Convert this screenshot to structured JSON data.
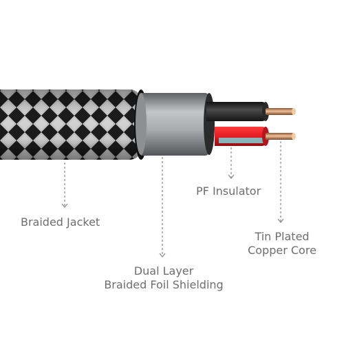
{
  "labels": {
    "braided_jacket": "Braided Jacket",
    "pf_insulator": "PF Insulator",
    "tin_plated_line1": "Tin Plated",
    "tin_plated_line2": "Copper Core",
    "dual_layer_line1": "Dual Layer",
    "dual_layer_line2": "Braided Foil Shielding"
  },
  "colors": {
    "jacket_dark": "#1c1c1c",
    "jacket_light": "#c9c9c9",
    "shield": "#a7a9ab",
    "inner_jacket": "#2b2b2b",
    "wire_black": "#2a2a2a",
    "wire_red": "#e31e24",
    "wire_cyan": "#7fd0d4",
    "copper": "#c98a5a",
    "leader": "#8a8a8a",
    "text": "#6d6e70"
  }
}
